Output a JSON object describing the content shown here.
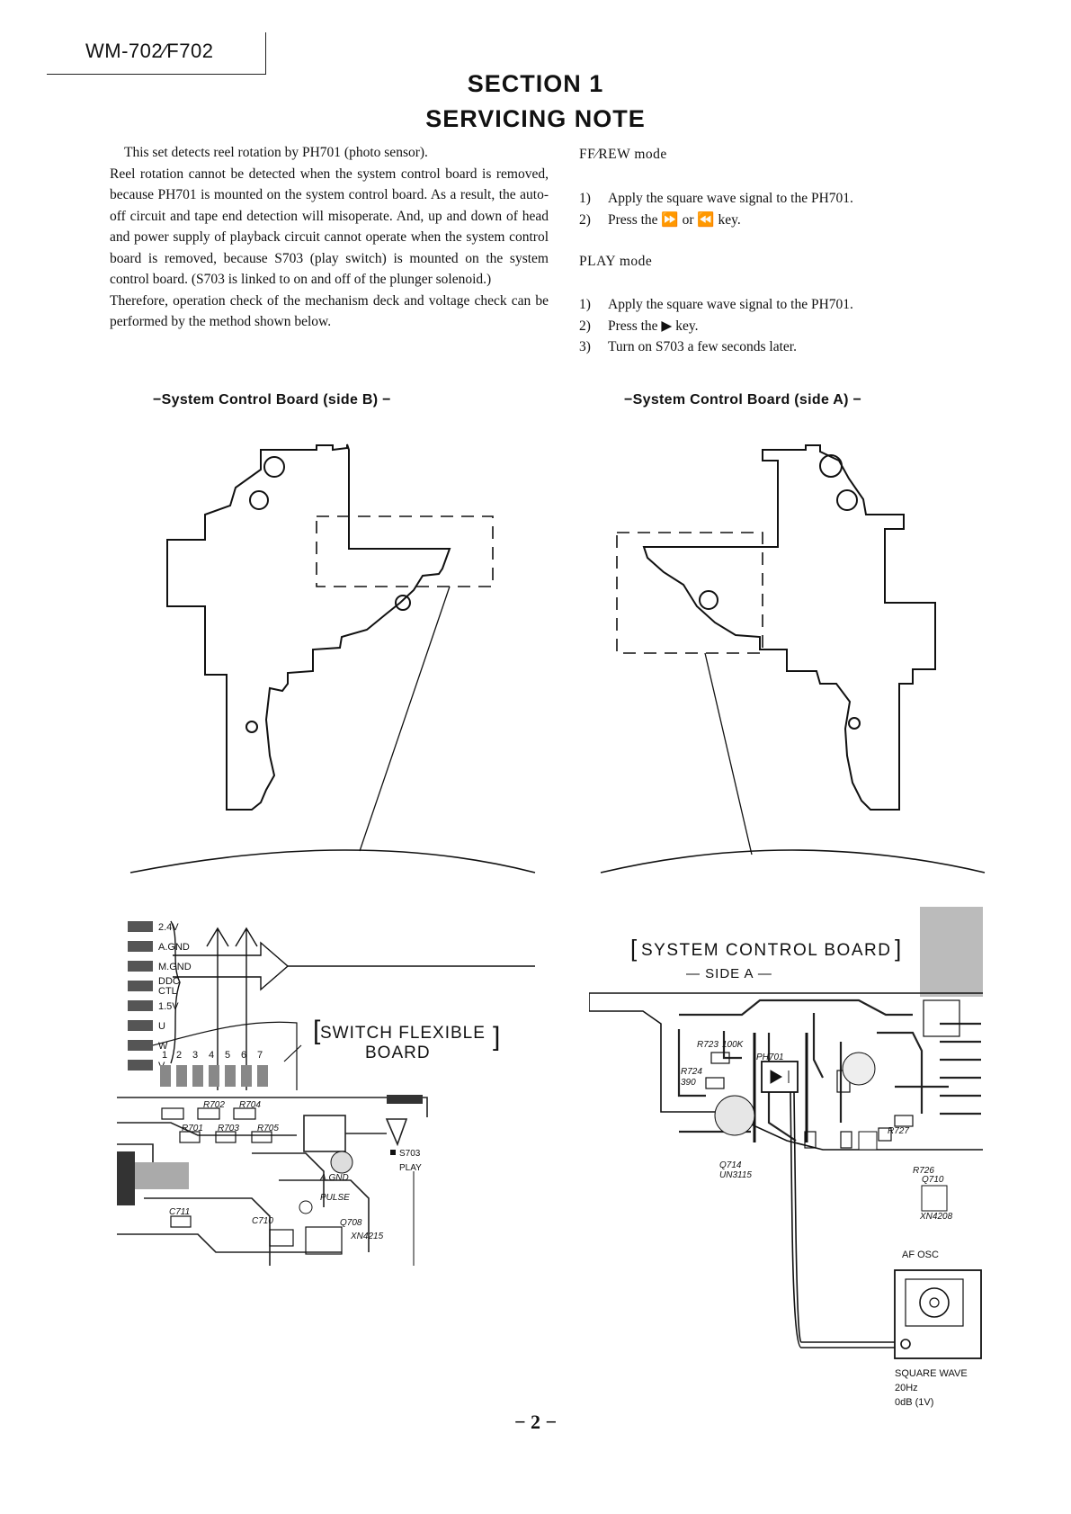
{
  "header": {
    "model": "WM-702∕F702"
  },
  "section": {
    "number_line": "SECTION 1",
    "title_line": "SERVICING NOTE"
  },
  "intro": {
    "lines": [
      "This set detects reel rotation by PH701 (photo sensor).",
      "Reel rotation cannot be detected when the system control board is removed, because PH701 is mounted on the system control board. As a result, the auto-off circuit and tape end detection will misoperate. And, up and down of head and power supply of playback circuit cannot operate when the system control board is removed, because S703 (play switch) is mounted on the system control board. (S703 is linked to on and off of the plunger solenoid.)",
      "Therefore, operation check of the mechanism deck and voltage check can be performed by the method shown below."
    ]
  },
  "ffrew": {
    "label": "FF∕REW mode",
    "steps": [
      {
        "n": "1)",
        "text": "Apply the square wave signal to the PH701."
      },
      {
        "n": "2)",
        "text": "Press the ⏩ or ⏪ key."
      }
    ]
  },
  "play": {
    "label": "PLAY mode",
    "steps": [
      {
        "n": "1)",
        "text": "Apply the square wave signal to the PH701."
      },
      {
        "n": "2)",
        "text": "Press the ▶ key."
      },
      {
        "n": "3)",
        "text": "Turn on S703 a few seconds later."
      }
    ]
  },
  "captions": {
    "side_b": "−System Control Board (side B) −",
    "side_a": "−System Control Board (side A) −"
  },
  "left_detail": {
    "connector_labels": [
      "2.4V",
      "A.GND",
      "M.GND",
      "DDC",
      "CTL",
      "1.5V",
      "U",
      "W",
      "V"
    ],
    "pin_numbers": [
      "1",
      "2",
      "3",
      "4",
      "5",
      "6",
      "7"
    ],
    "board_label_line1": "SWITCH FLEXIBLE",
    "board_label_line2": "BOARD",
    "switch_label": "S703",
    "switch_sub": "PLAY",
    "part_labels": [
      "R702",
      "R704",
      "R705",
      "R703",
      "R701",
      "C711",
      "C710",
      "Q708",
      "XN4215",
      "A.GND",
      "PULSE"
    ]
  },
  "right_detail": {
    "board_title": "SYSTEM CONTROL BOARD",
    "board_side": "— SIDE A —",
    "part_labels": [
      "R723",
      "100K",
      "R724",
      "390",
      "PH701",
      "Q714",
      "UN3115",
      "R727",
      "R726",
      "Q710",
      "XN4208"
    ],
    "osc_label": "AF OSC",
    "square_wave": "SQUARE WAVE",
    "freq": "20Hz",
    "level": "0dB (1V)"
  },
  "footer": {
    "page": "− 2 −"
  }
}
